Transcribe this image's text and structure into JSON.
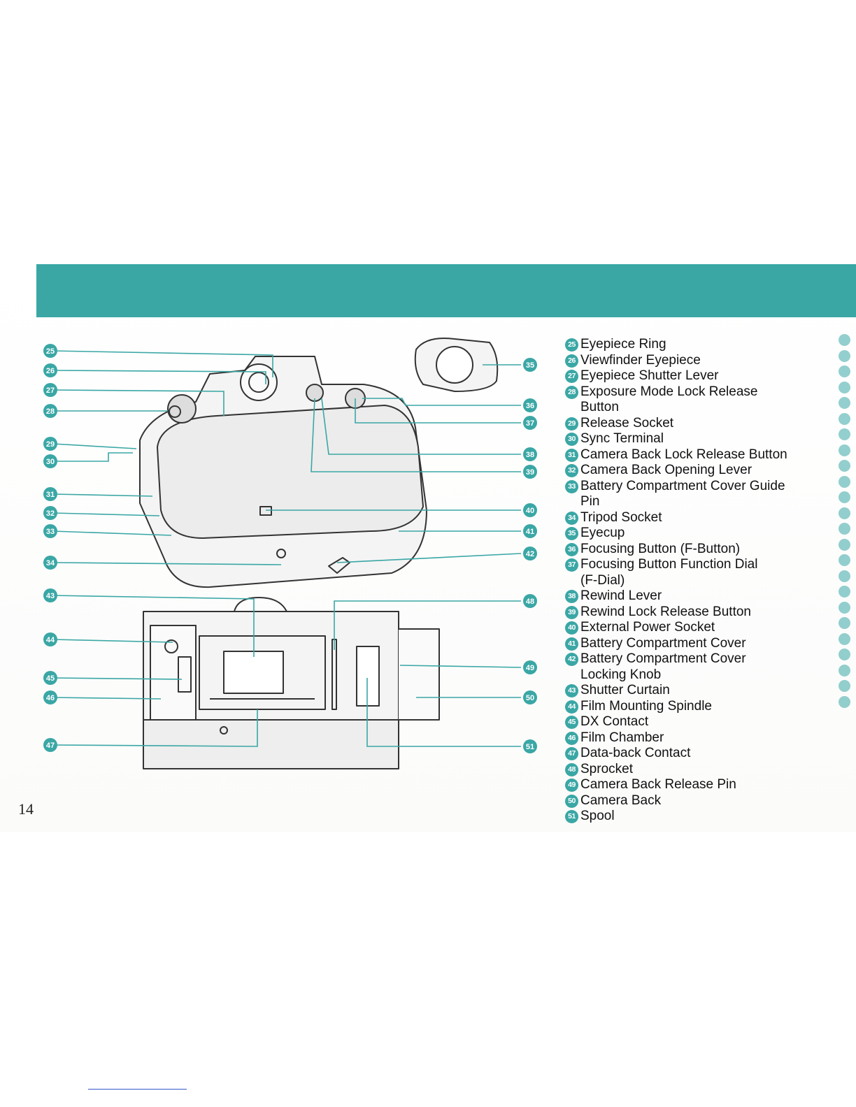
{
  "page_number": "14",
  "accent_color": "#3aa7a5",
  "callouts": [
    {
      "number": "25",
      "label": "Eyepiece Ring",
      "label2": ""
    },
    {
      "number": "26",
      "label": "Viewfinder Eyepiece",
      "label2": ""
    },
    {
      "number": "27",
      "label": "Eyepiece Shutter Lever",
      "label2": ""
    },
    {
      "number": "28",
      "label": "Exposure Mode Lock Release",
      "label2": "Button"
    },
    {
      "number": "29",
      "label": "Release Socket",
      "label2": ""
    },
    {
      "number": "30",
      "label": "Sync Terminal",
      "label2": ""
    },
    {
      "number": "31",
      "label": "Camera Back Lock Release Button",
      "label2": ""
    },
    {
      "number": "32",
      "label": "Camera Back Opening Lever",
      "label2": ""
    },
    {
      "number": "33",
      "label": "Battery Compartment Cover Guide",
      "label2": "Pin"
    },
    {
      "number": "34",
      "label": "Tripod Socket",
      "label2": ""
    },
    {
      "number": "35",
      "label": "Eyecup",
      "label2": ""
    },
    {
      "number": "36",
      "label": "Focusing Button (F-Button)",
      "label2": ""
    },
    {
      "number": "37",
      "label": "Focusing Button Function Dial",
      "label2": "(F-Dial)"
    },
    {
      "number": "38",
      "label": "Rewind Lever",
      "label2": ""
    },
    {
      "number": "39",
      "label": "Rewind Lock Release Button",
      "label2": ""
    },
    {
      "number": "40",
      "label": "External Power Socket",
      "label2": ""
    },
    {
      "number": "41",
      "label": "Battery Compartment Cover",
      "label2": ""
    },
    {
      "number": "42",
      "label": "Battery Compartment Cover",
      "label2": "Locking Knob"
    },
    {
      "number": "43",
      "label": "Shutter Curtain",
      "label2": ""
    },
    {
      "number": "44",
      "label": "Film Mounting Spindle",
      "label2": ""
    },
    {
      "number": "45",
      "label": "DX Contact",
      "label2": ""
    },
    {
      "number": "46",
      "label": "Film Chamber",
      "label2": ""
    },
    {
      "number": "47",
      "label": "Data-back Contact",
      "label2": ""
    },
    {
      "number": "48",
      "label": "Sprocket",
      "label2": ""
    },
    {
      "number": "49",
      "label": "Camera Back Release Pin",
      "label2": ""
    },
    {
      "number": "50",
      "label": "Camera Back",
      "label2": ""
    },
    {
      "number": "51",
      "label": "Spool",
      "label2": ""
    }
  ]
}
